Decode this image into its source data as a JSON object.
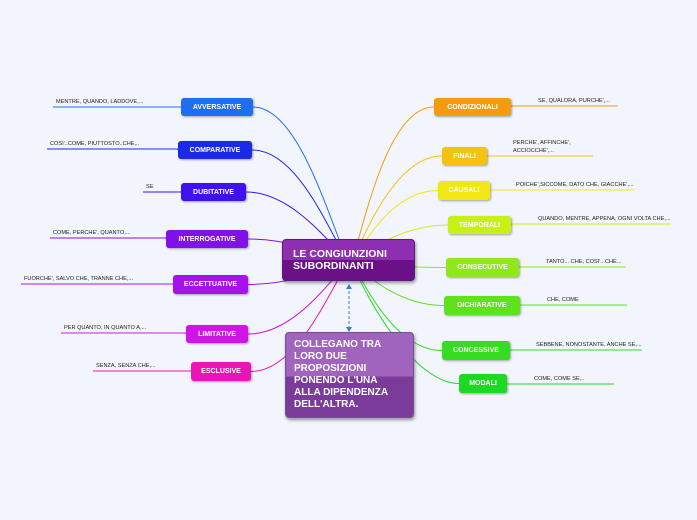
{
  "central": {
    "lines": [
      "LE CONGIUNZIONI",
      "SUBORDINANTI"
    ]
  },
  "description": {
    "lines": [
      "COLLEGANO TRA",
      "LORO DUE",
      "PROPOSIZIONI",
      "PONENDO L'UNA",
      "ALLA DIPENDENZA",
      "DELL'ALTRA."
    ]
  },
  "left_branches": [
    {
      "label": "AVVERSATIVE",
      "color": "#1d6ef0",
      "example": "MENTRE, QUANDO, LADDOVE,..."
    },
    {
      "label": "COMPARATIVE",
      "color": "#1a2be6",
      "example": "COSI'..COME, PIUTTOSTO..CHE,.."
    },
    {
      "label": "DUBITATIVE",
      "color": "#3d12ee",
      "example": "SE"
    },
    {
      "label": "INTERROGATIVE",
      "color": "#8111e8",
      "example": "COME, PERCHE', QUANTO,..."
    },
    {
      "label": "ECCETTUATIVE",
      "color": "#a812ea",
      "example": "FUORCHE', SALVO CHE, TRANNE CHE,..."
    },
    {
      "label": "LIMITATIVE",
      "color": "#d013e6",
      "example": "PER QUANTO, IN QUANTO A,..."
    },
    {
      "label": "ESCLUSIVE",
      "color": "#ea14b8",
      "example": "SENZA, SENZA CHE,..."
    }
  ],
  "right_branches": [
    {
      "label": "CONDIZIONALI",
      "color": "#f59b11",
      "example": "SE, QUALORA, PURCHE',..."
    },
    {
      "label": "FINALI",
      "color": "#f5c211",
      "example": "PERCHE', AFFINCHE', ACCIOCCHE',..."
    },
    {
      "label": "CAUSALI",
      "color": "#f1e712",
      "example": "POICHE',SICCOME, DATO CHE, GIACCHE',..."
    },
    {
      "label": "TEMPORALI",
      "color": "#c7f017",
      "example": "QUANDO, MENTRE, APPENA, OGNI VOLTA CHE,..."
    },
    {
      "label": "CONSECUTIVE",
      "color": "#8ee81a",
      "example": "TANTO... CHE, COSI'...CHE..."
    },
    {
      "label": "DICHIARATIVE",
      "color": "#5ee21c",
      "example": "CHE, COME"
    },
    {
      "label": "CONCESSIVE",
      "color": "#35dc1f",
      "example": "SEBBENE, NONOSTANTE, ANCHE SE,..."
    },
    {
      "label": "MODALI",
      "color": "#1ed924",
      "example": "COME, COME SE,.."
    }
  ]
}
